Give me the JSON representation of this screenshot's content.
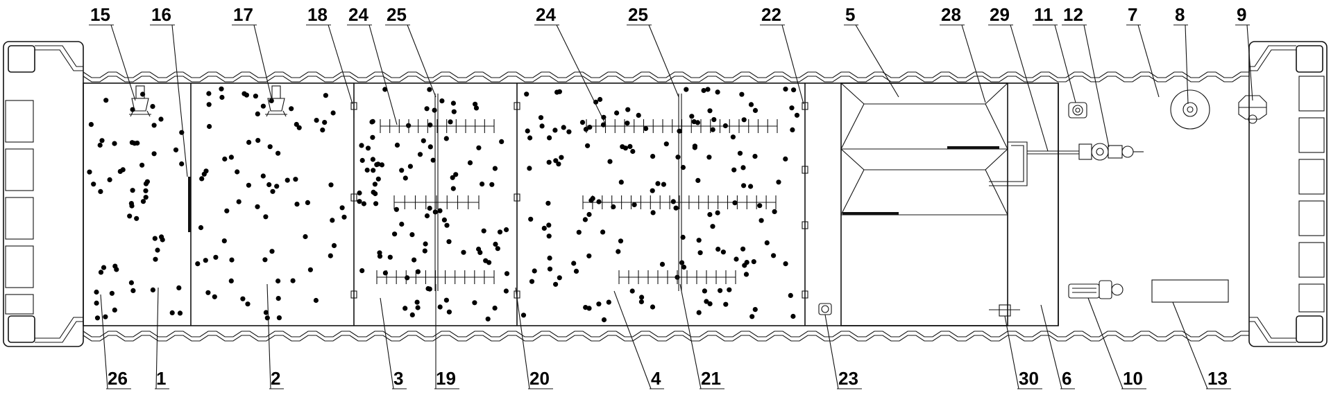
{
  "callouts_top": [
    {
      "id": "c15",
      "text": "15"
    },
    {
      "id": "c16",
      "text": "16"
    },
    {
      "id": "c17",
      "text": "17"
    },
    {
      "id": "c18",
      "text": "18"
    },
    {
      "id": "c24a",
      "text": "24"
    },
    {
      "id": "c25a",
      "text": "25"
    },
    {
      "id": "c24b",
      "text": "24"
    },
    {
      "id": "c25b",
      "text": "25"
    },
    {
      "id": "c22",
      "text": "22"
    },
    {
      "id": "c5",
      "text": "5"
    },
    {
      "id": "c28",
      "text": "28"
    },
    {
      "id": "c29",
      "text": "29"
    },
    {
      "id": "c11",
      "text": "11"
    },
    {
      "id": "c12",
      "text": "12"
    },
    {
      "id": "c7",
      "text": "7"
    },
    {
      "id": "c8",
      "text": "8"
    },
    {
      "id": "c9",
      "text": "9"
    }
  ],
  "callouts_bottom": [
    {
      "id": "c26",
      "text": "26"
    },
    {
      "id": "c1",
      "text": "1"
    },
    {
      "id": "c2",
      "text": "2"
    },
    {
      "id": "c3",
      "text": "3"
    },
    {
      "id": "c19",
      "text": "19"
    },
    {
      "id": "c20",
      "text": "20"
    },
    {
      "id": "c4",
      "text": "4"
    },
    {
      "id": "c21",
      "text": "21"
    },
    {
      "id": "c23",
      "text": "23"
    },
    {
      "id": "c30",
      "text": "30"
    },
    {
      "id": "c6",
      "text": "6"
    },
    {
      "id": "c10",
      "text": "10"
    },
    {
      "id": "c13",
      "text": "13"
    }
  ]
}
